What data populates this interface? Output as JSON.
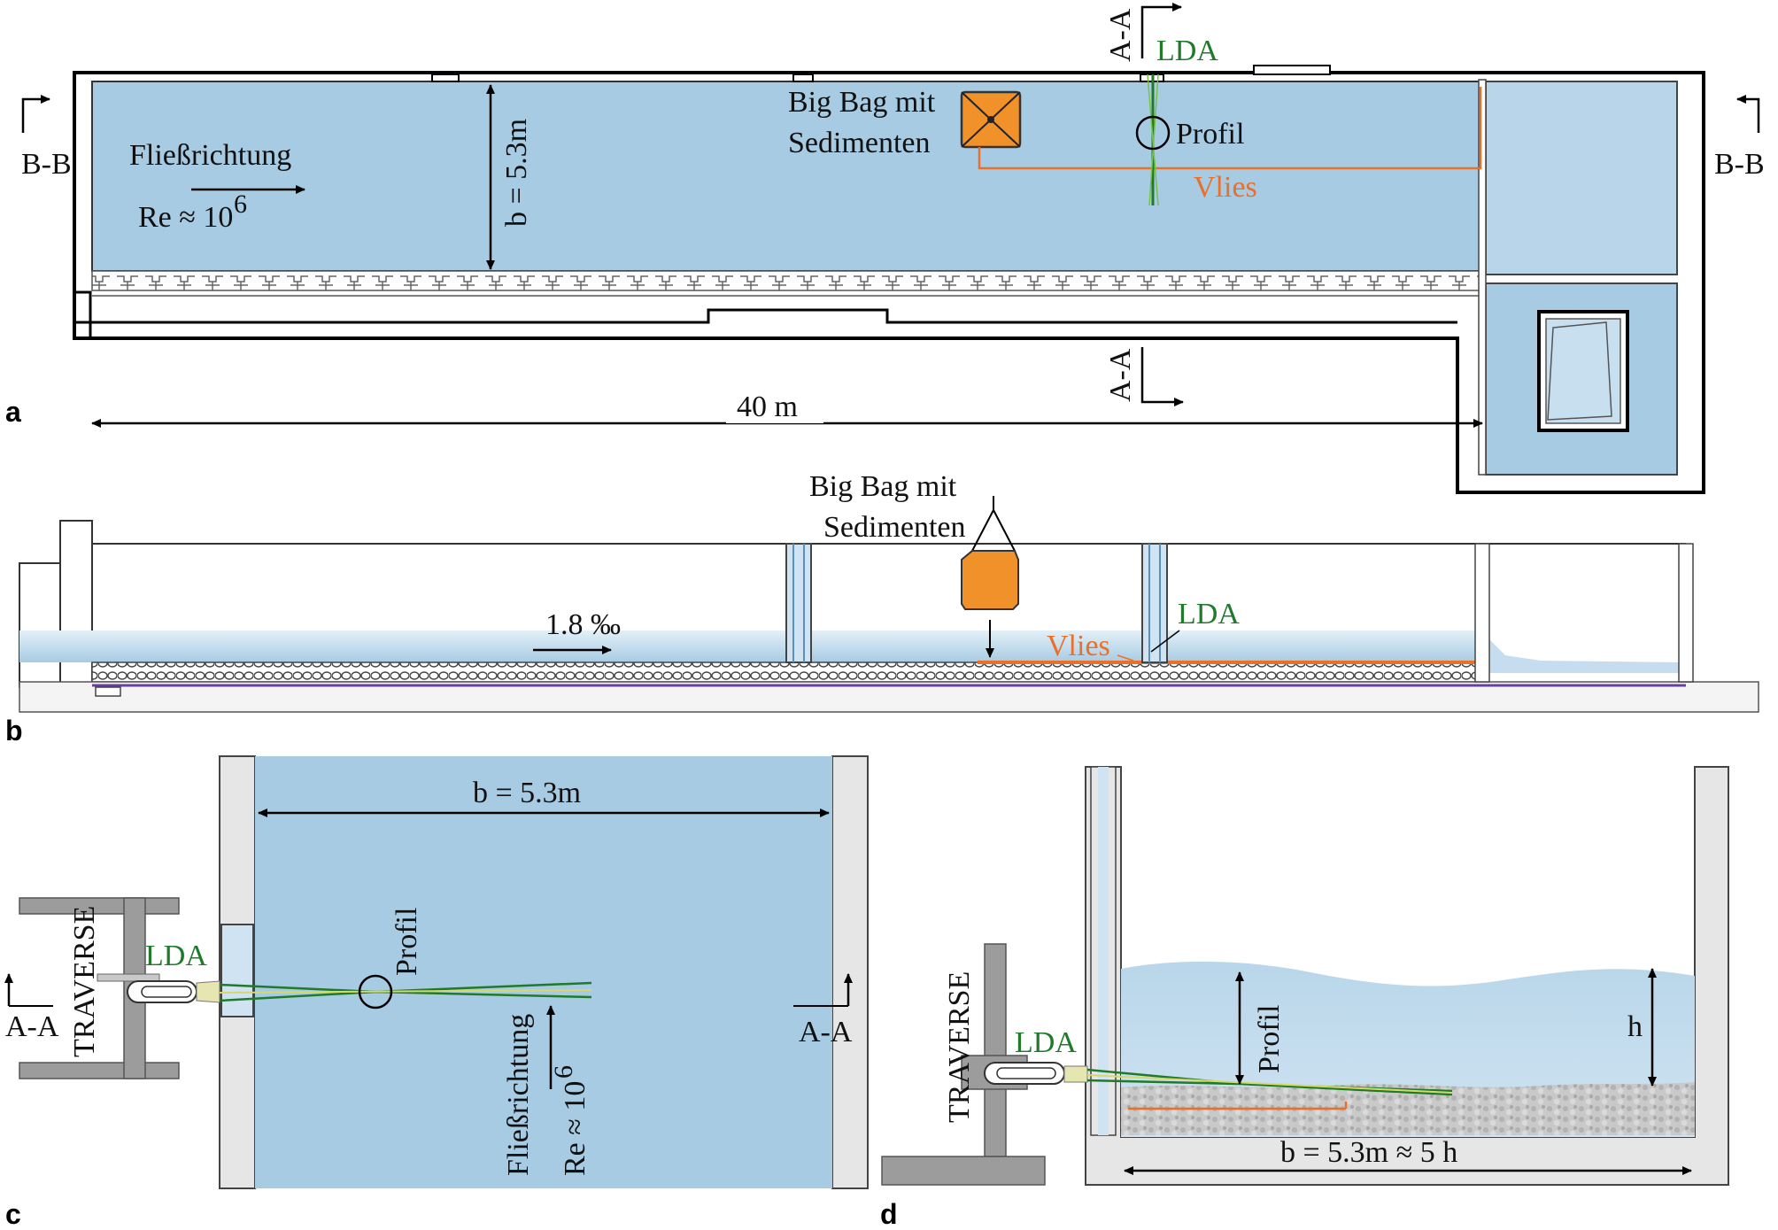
{
  "panels": {
    "a": "a",
    "b": "b",
    "c": "c",
    "d": "d"
  },
  "panel_a": {
    "section_aa_top": "A-A",
    "section_aa_bottom": "A-A",
    "section_bb_left": "B-B",
    "section_bb_right": "B-B",
    "flow_label": "Fließrichtung",
    "re_label": "Re ≈ 10",
    "re_exp": "6",
    "width_label": "b = 5.3m",
    "bigbag_line1": "Big Bag mit",
    "bigbag_line2": "Sedimenten",
    "lda": "LDA",
    "profil": "Profil",
    "vlies": "Vlies",
    "length_label": "40 m"
  },
  "panel_b": {
    "bigbag_line1": "Big Bag mit",
    "bigbag_line2": "Sedimenten",
    "slope": "1.8 ‰",
    "lda": "LDA",
    "vlies": "Vlies"
  },
  "panel_c": {
    "width_label": "b = 5.3m",
    "profil": "Profil",
    "traverse": "TRAVERSE",
    "lda": "LDA",
    "section_left": "A-A",
    "section_right": "A-A",
    "flow_label": "Fließrichtung",
    "re_label": "Re ≈ 10",
    "re_exp": "6"
  },
  "panel_d": {
    "traverse": "TRAVERSE",
    "lda": "LDA",
    "profil": "Profil",
    "h": "h",
    "width_label": "b = 5.3m ≈ 5 h"
  },
  "colors": {
    "water": "#a7cbe3",
    "water_light": "#c6ddef",
    "concrete": "#e6e6e6",
    "bigbag": "#f0912a",
    "lda_green": "#1f7a2a",
    "vlies_orange": "#e8702a",
    "traverse_grey": "#9c9c9c"
  },
  "icons": [
    "section-arrow-icon",
    "dimension-arrow-icon",
    "big-bag-icon",
    "traverse-icon",
    "lda-probe-icon"
  ]
}
